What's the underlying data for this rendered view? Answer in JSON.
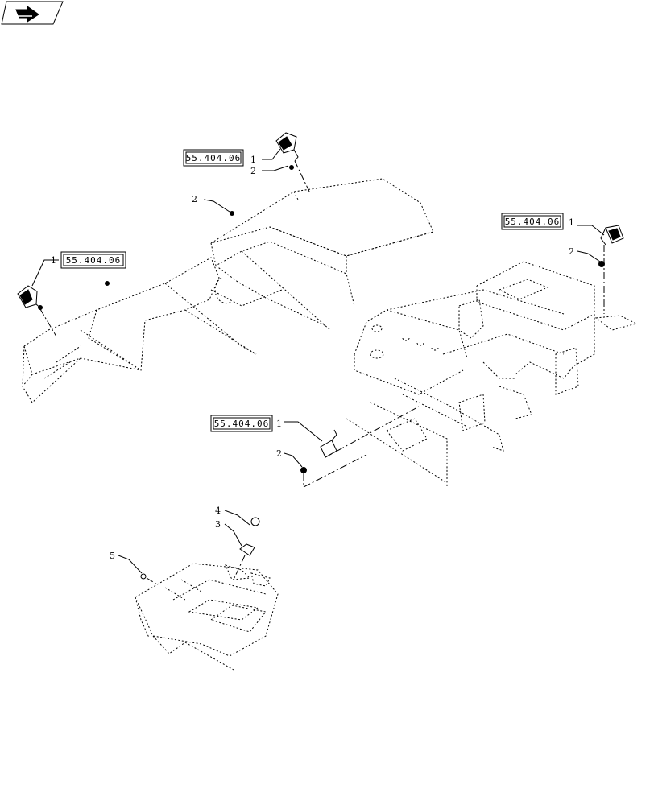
{
  "nav_icon": {
    "name": "next-page-icon"
  },
  "callouts": [
    {
      "id": "c-top",
      "ref": "55.404.06",
      "item": "1"
    },
    {
      "id": "c-top",
      "item2": "2"
    },
    {
      "id": "c-left",
      "ref": "55.404.06",
      "item": "1"
    },
    {
      "id": "c-right",
      "ref": "55.404.06",
      "item": "1"
    },
    {
      "id": "c-mid",
      "ref": "55.404.06",
      "item": "1"
    }
  ],
  "labels": {
    "top_ref": "55.404.06",
    "top_item_1": "1",
    "top_item_2": "2",
    "cab_item_2": "2",
    "left_ref": "55.404.06",
    "left_item_1": "1",
    "right_ref": "55.404.06",
    "right_item_1": "1",
    "right_item_2": "2",
    "mid_ref": "55.404.06",
    "mid_item_1": "1",
    "mid_item_2": "2",
    "item_3": "3",
    "item_4": "4",
    "item_5": "5"
  }
}
